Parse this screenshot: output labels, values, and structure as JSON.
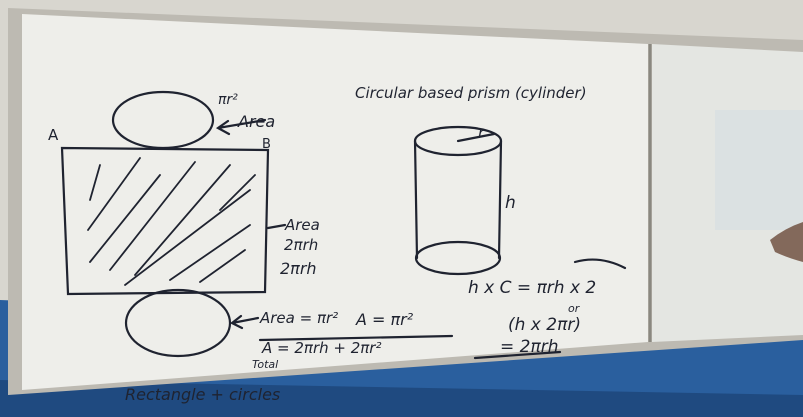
{
  "colors": {
    "wall_blue": "#2a5f9e",
    "board_white": "#eeeeea",
    "marker": "#1f2330",
    "frame": "#bdbab2"
  },
  "board": {
    "title": "Circular based prism (cylinder)",
    "labels": {
      "corner_a": "A",
      "corner_b": "B",
      "top_area_formula": "πr²",
      "top_area_word": "Area",
      "side_area_word": "Area",
      "side_area_1": "2πrh",
      "side_area_2": "2πrh",
      "bottom_area": "Area = πr²",
      "A_eq_pir2": "A = πr²",
      "A_total": "A = 2πrh + 2πr²",
      "total": "Total",
      "rectangle_circles": "Rectangle + circles",
      "radius": "r",
      "height": "h",
      "hxc": "h x C = πrh x 2",
      "or": "or",
      "alt": "(h x 2πr)",
      "result": "= 2πrh"
    }
  }
}
